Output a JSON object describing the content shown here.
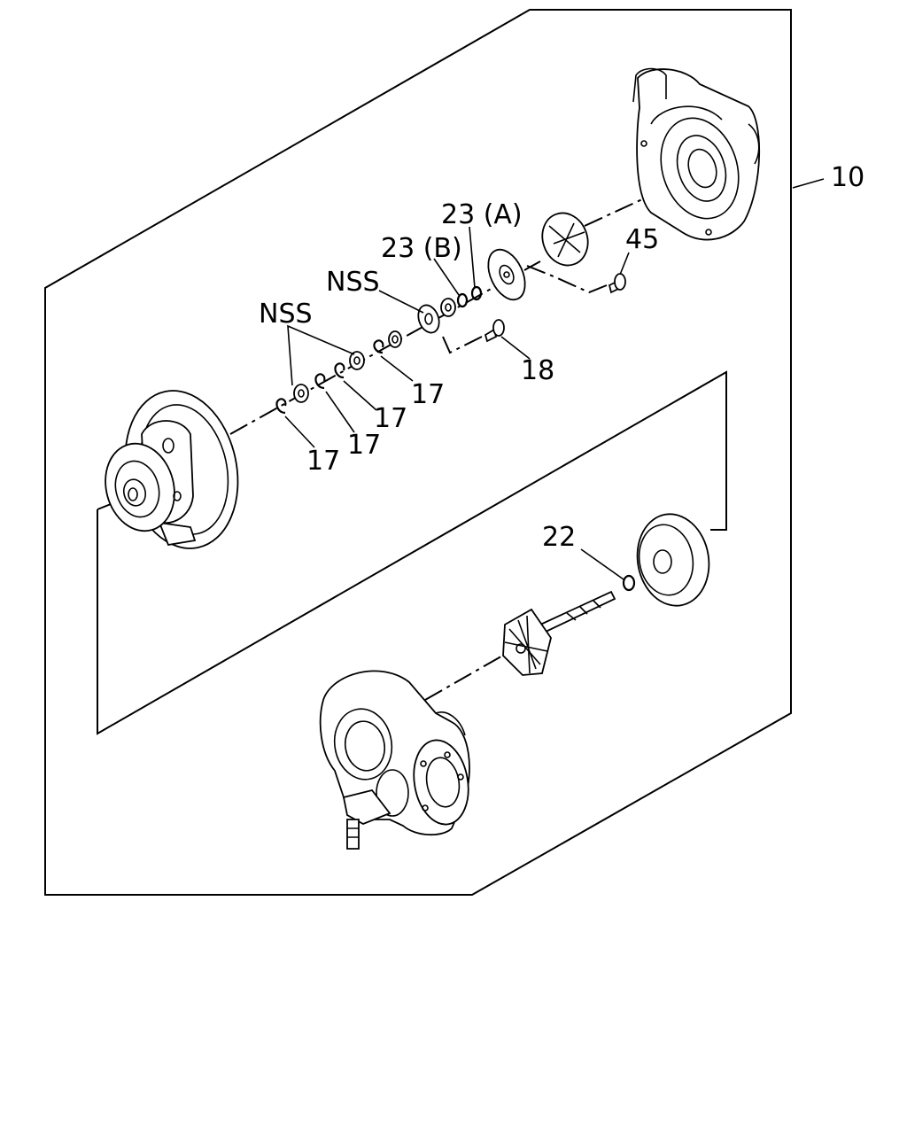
{
  "callouts": {
    "assembly": "10",
    "nss_upper": "NSS",
    "nss_lower": "NSS",
    "seal_a": "23 (A)",
    "seal_b": "23 (B)",
    "screw_45": "45",
    "screw_18": "18",
    "ring_17_a": "17",
    "ring_17_b": "17",
    "ring_17_c": "17",
    "ring_17_d": "17",
    "oring_22": "22"
  }
}
